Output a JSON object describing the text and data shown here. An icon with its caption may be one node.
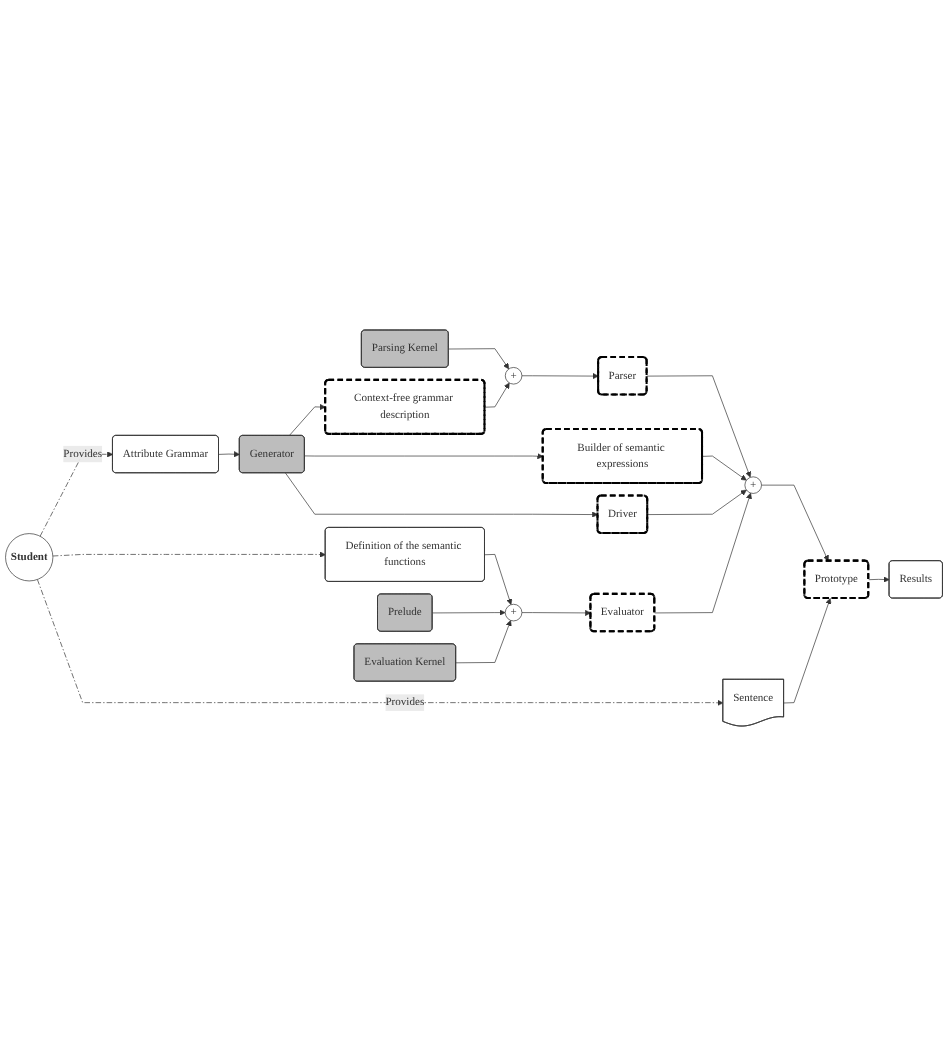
{
  "diagram": {
    "nodes": [
      {
        "text": [
          "Student"
        ]
      },
      {
        "text": [
          "Parsing Kernel"
        ]
      },
      {
        "text": [
          "+"
        ]
      },
      {
        "text": [
          "Parser"
        ]
      },
      {
        "text": [
          "Generator"
        ]
      },
      {
        "text": [
          "Context-free grammar description"
        ]
      },
      {
        "text": [
          "Attribute Grammar"
        ]
      },
      {
        "text": [
          "Builder of semantic expressions"
        ]
      },
      {
        "text": [
          "+"
        ]
      },
      {
        "text": [
          "Sentence"
        ]
      },
      {
        "text": [
          "Driver"
        ]
      },
      {
        "text": [
          "Prototype"
        ]
      },
      {
        "text": [
          "Definition of the semantic functions"
        ]
      },
      {
        "text": [
          "+"
        ]
      },
      {
        "text": [
          "Evaluator"
        ]
      },
      {
        "text": [
          "Prelude"
        ]
      },
      {
        "text": [
          "Evaluation Kernel"
        ]
      },
      {
        "text": [
          "Results"
        ]
      }
    ],
    "edges": [
      {
        "from": 0,
        "to": 6,
        "arrow": "to",
        "label": "Provides",
        "style": "dashed"
      },
      {
        "from": 0,
        "to": 12,
        "arrow": "to",
        "style": "dashed"
      },
      {
        "from": 0,
        "to": 9,
        "arrow": "to",
        "label": "Provides",
        "style": "dashed"
      },
      {
        "from": 1,
        "to": 2,
        "arrow": "to"
      },
      {
        "from": 2,
        "to": 3,
        "arrow": "to"
      },
      {
        "from": 5,
        "to": 2,
        "arrow": "to"
      },
      {
        "from": 6,
        "to": 4,
        "arrow": "to"
      },
      {
        "from": 4,
        "to": 5,
        "arrow": "to"
      },
      {
        "from": 4,
        "to": 7,
        "arrow": "to"
      },
      {
        "from": 4,
        "to": 10,
        "arrow": "to"
      },
      {
        "from": 3,
        "to": 8,
        "arrow": "to"
      },
      {
        "from": 7,
        "to": 8,
        "arrow": "to"
      },
      {
        "from": 10,
        "to": 8,
        "arrow": "to"
      },
      {
        "from": 14,
        "to": 8,
        "arrow": "to"
      },
      {
        "from": 8,
        "to": 11,
        "arrow": "to"
      },
      {
        "from": 9,
        "to": 11,
        "arrow": "to"
      },
      {
        "from": 11,
        "to": 17,
        "arrow": "to"
      },
      {
        "from": 12,
        "to": 13,
        "arrow": "to"
      },
      {
        "from": 15,
        "to": 13,
        "arrow": "to"
      },
      {
        "from": 16,
        "to": 13,
        "arrow": "to"
      },
      {
        "from": 13,
        "to": 14,
        "arrow": "to"
      }
    ]
  }
}
